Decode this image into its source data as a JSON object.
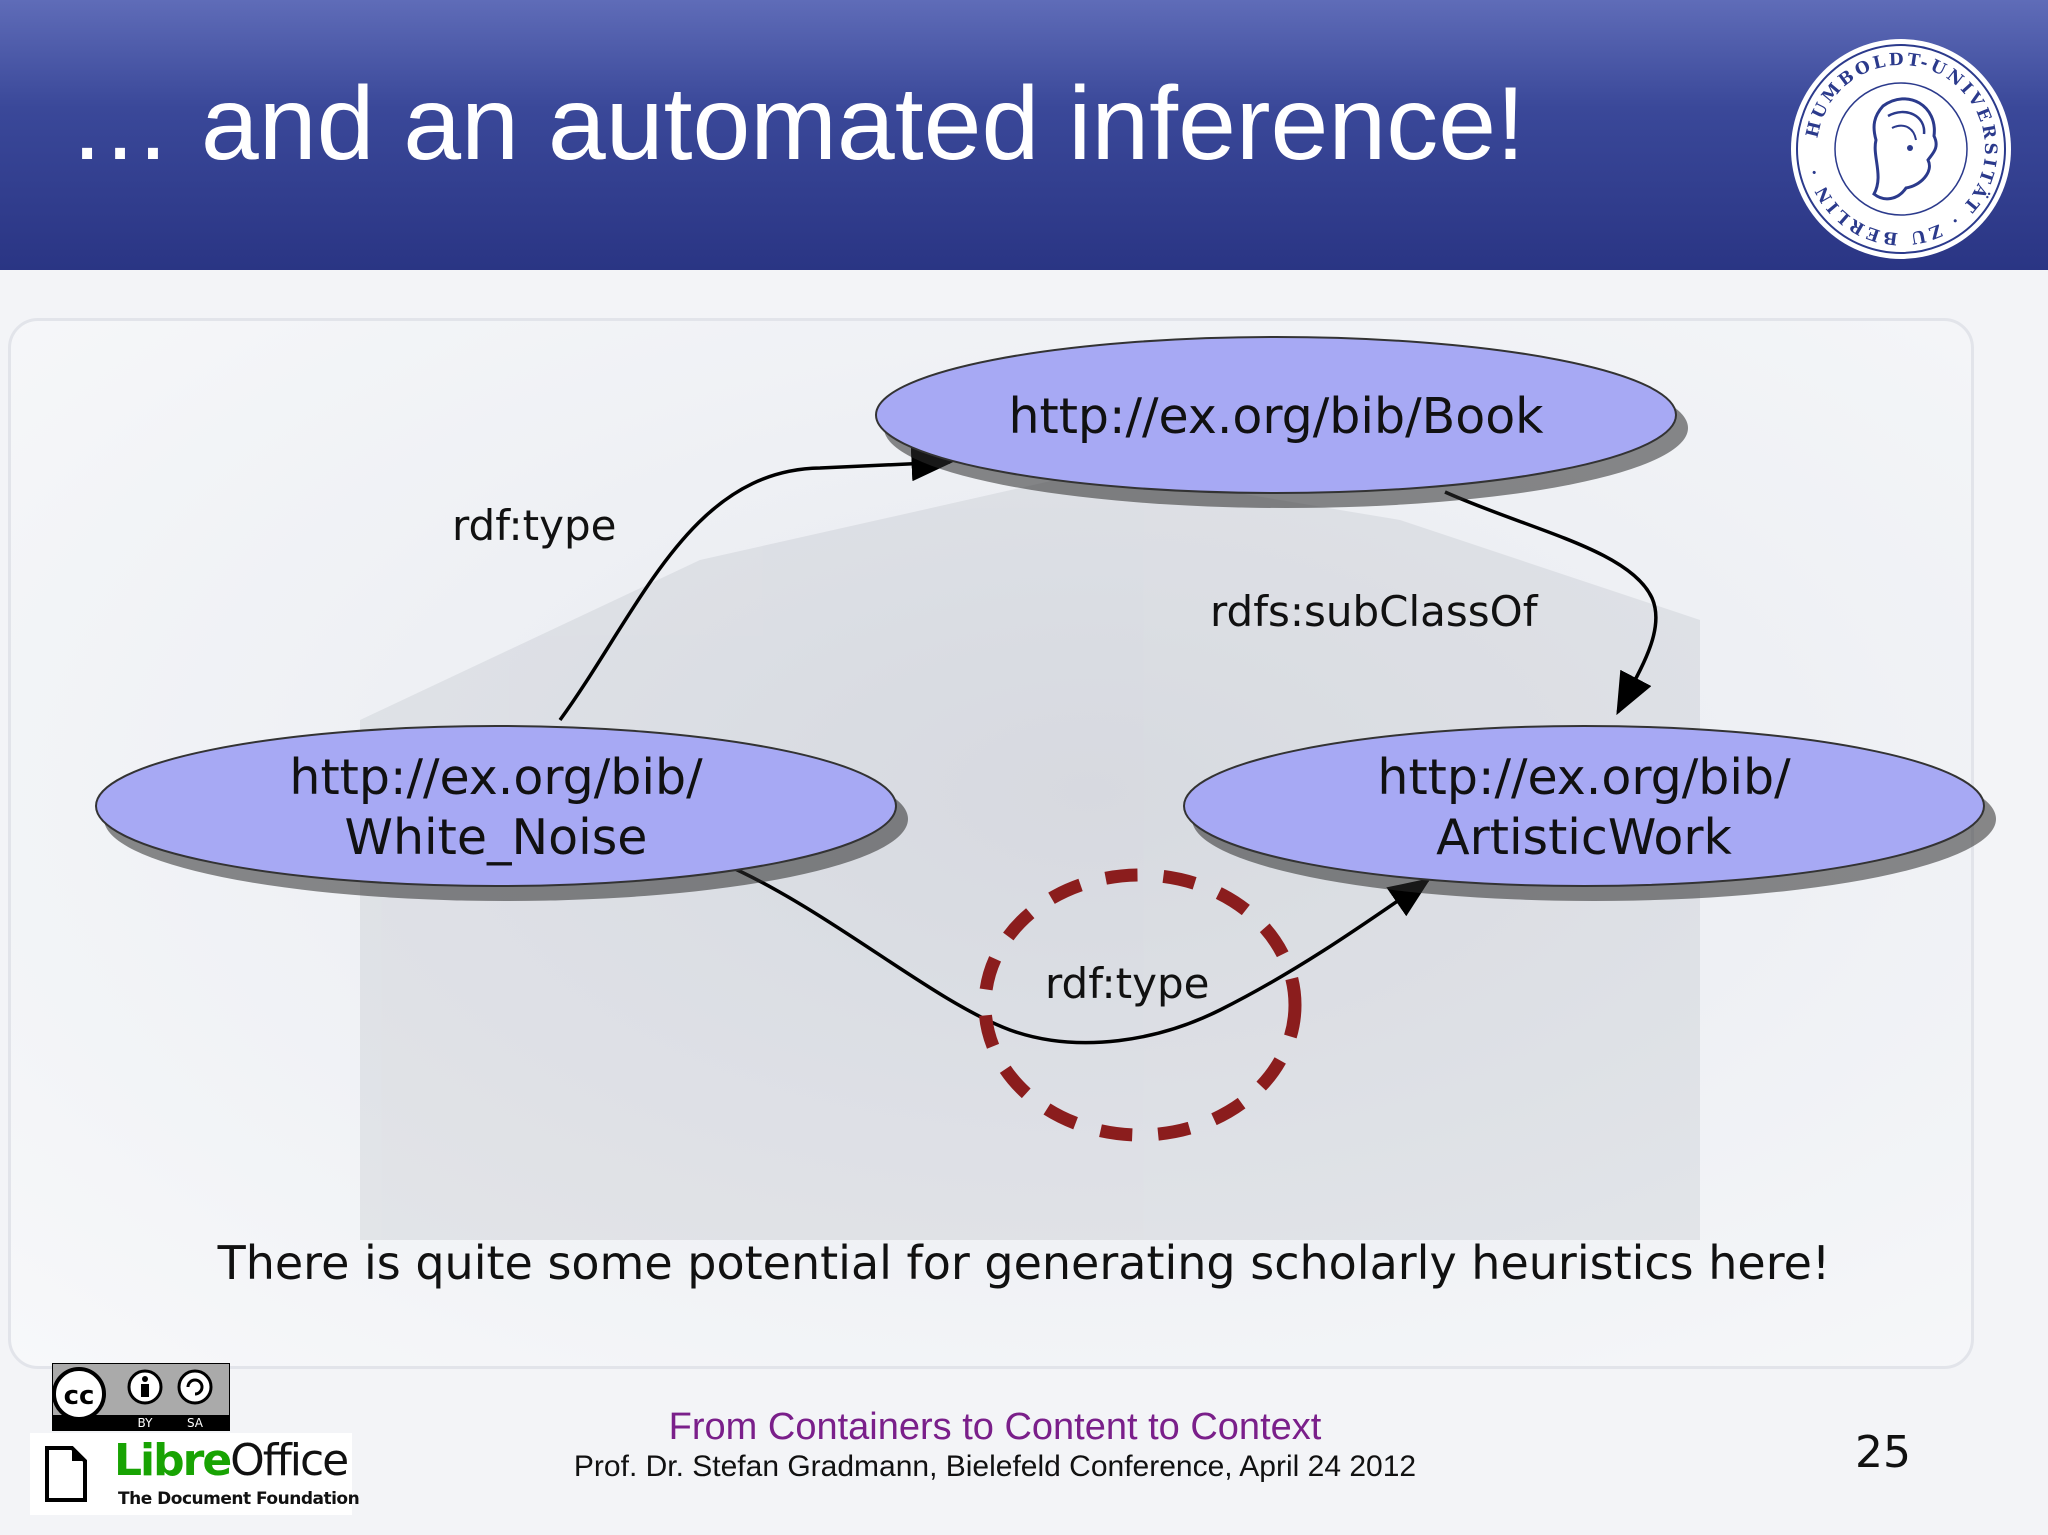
{
  "slide": {
    "title": "… and an automated inference!",
    "caption": "There is quite some potential for generating scholarly heuristics here!",
    "page_number": "25"
  },
  "footer": {
    "title": "From Containers to Content to Context",
    "subtitle": "Prof. Dr. Stefan Gradmann, Bielefeld Conference, April 24 2012"
  },
  "diagram": {
    "nodes": [
      {
        "id": "book",
        "lines": [
          "http://ex.org/bib/Book"
        ]
      },
      {
        "id": "white-noise",
        "lines": [
          "http://ex.org/bib/",
          "White_Noise"
        ]
      },
      {
        "id": "artistic-work",
        "lines": [
          "http://ex.org/bib/",
          "ArtisticWork"
        ]
      }
    ],
    "edges": [
      {
        "from": "white-noise",
        "to": "book",
        "label": "rdf:type"
      },
      {
        "from": "book",
        "to": "artistic-work",
        "label": "rdfs:subClassOf"
      },
      {
        "from": "white-noise",
        "to": "artistic-work",
        "label": "rdf:type",
        "inferred": true
      }
    ],
    "node_fill": "#a7a9f4",
    "highlight_color": "#8b1d1d"
  },
  "logos": {
    "seal_text": "HUMBOLDT-UNIVERSITÄT ZU BERLIN",
    "cc_badge": [
      "cc",
      "BY",
      "SA"
    ],
    "libreoffice": {
      "brand_libre": "Libre",
      "brand_office": "Office",
      "tagline": "The Document Foundation"
    }
  }
}
